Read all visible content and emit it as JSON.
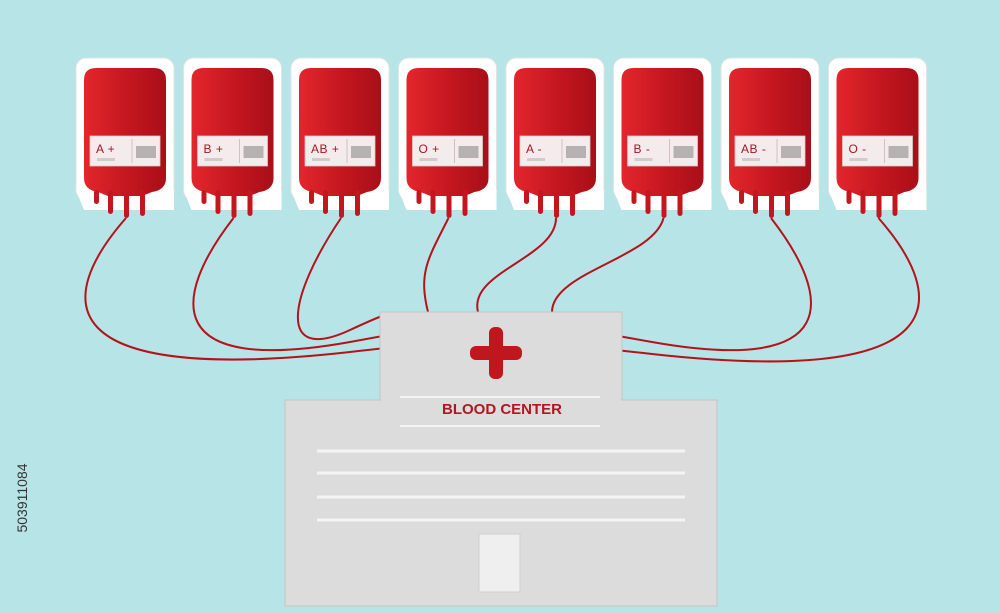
{
  "bags": [
    {
      "label": "A +"
    },
    {
      "label": "B +"
    },
    {
      "label": "AB +"
    },
    {
      "label": "O +"
    },
    {
      "label": "A -"
    },
    {
      "label": "B -"
    },
    {
      "label": "AB -"
    },
    {
      "label": "O -"
    }
  ],
  "center": {
    "title": "BLOOD CENTER"
  },
  "watermark": {
    "id": "503911084"
  },
  "colors": {
    "background": "#b7e4e6",
    "blood": "#c0171f",
    "bag_outline": "#ffffff",
    "building": "#dcdcdc",
    "cross": "#c0171f"
  }
}
